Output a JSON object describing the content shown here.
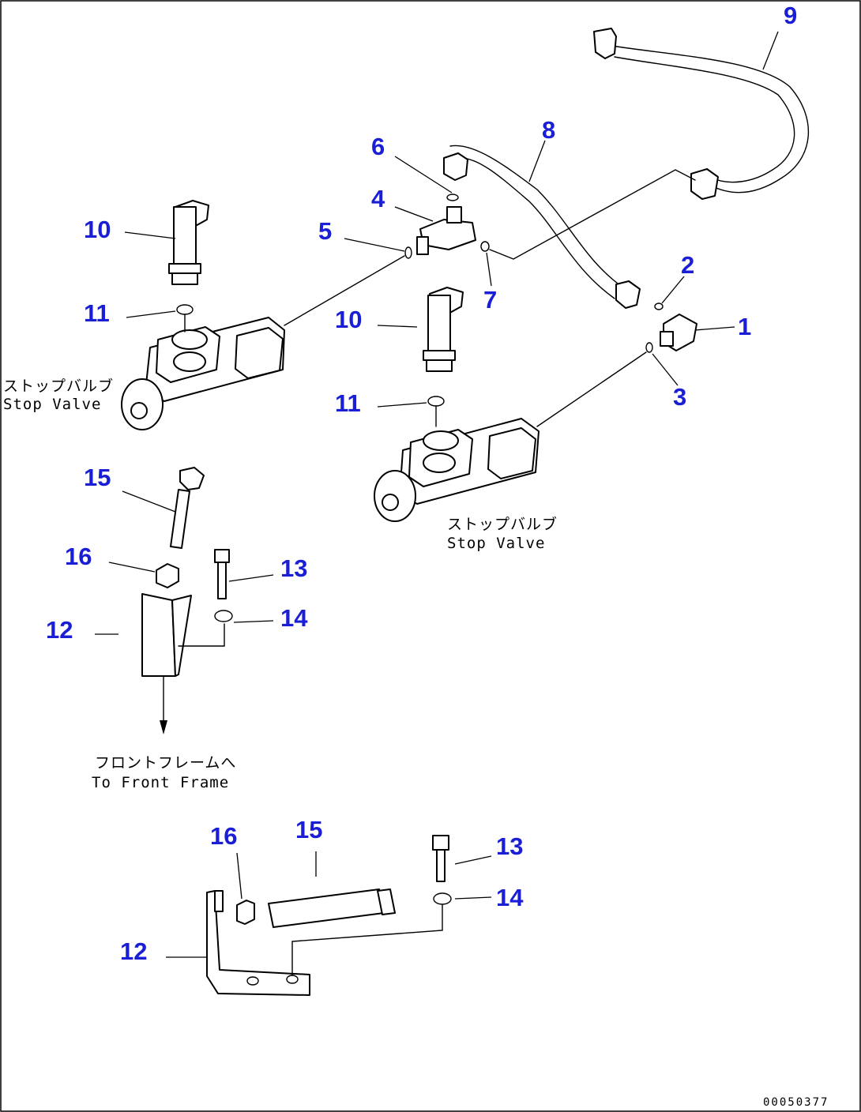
{
  "callouts": {
    "c1": "1",
    "c2": "2",
    "c3": "3",
    "c4": "4",
    "c5": "5",
    "c6": "6",
    "c7": "7",
    "c8": "8",
    "c9": "9",
    "c10a": "10",
    "c11a": "11",
    "c10b": "10",
    "c11b": "11",
    "c15a": "15",
    "c16a": "16",
    "c13a": "13",
    "c14a": "14",
    "c12a": "12",
    "c16b": "16",
    "c15b": "15",
    "c13b": "13",
    "c14b": "14",
    "c12b": "12"
  },
  "captions": {
    "stop_valve_left_jp": "ストップバルブ",
    "stop_valve_left_en": "Stop Valve",
    "stop_valve_right_jp": "ストップバルブ",
    "stop_valve_right_en": "Stop Valve",
    "front_frame_jp": "フロントフレームへ",
    "front_frame_en": "To Front Frame"
  },
  "drawing_number": "00050377"
}
